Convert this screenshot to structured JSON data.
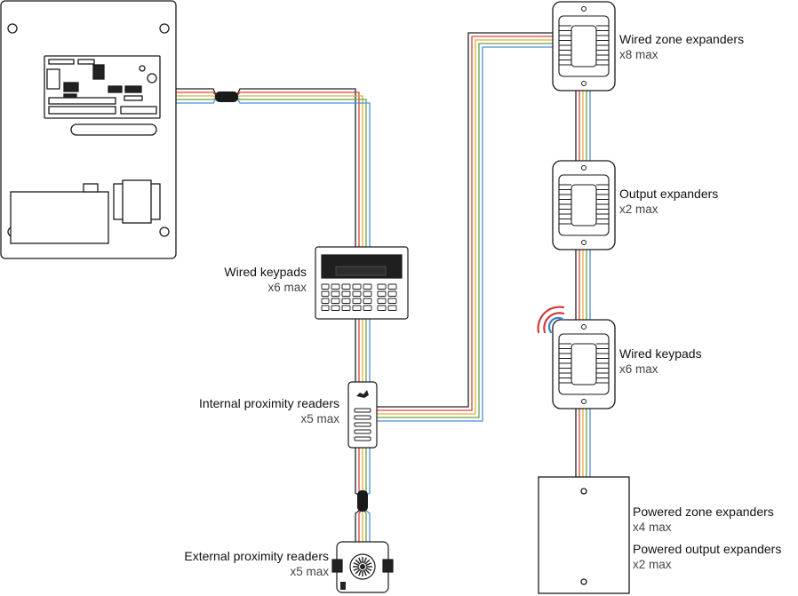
{
  "colors": {
    "outline": "#1a1a1a",
    "wire_black": "#222222",
    "wire_red": "#d9443a",
    "wire_yellow": "#d8b23a",
    "wire_green": "#69a04a",
    "wire_blue": "#4d8fd6",
    "wireless_red": "#d23a3a",
    "wireless_blue": "#3b7fd0"
  },
  "labels": {
    "wired_keypads_left": {
      "title": "Wired keypads",
      "max": "x6 max"
    },
    "internal_prox": {
      "title": "Internal proximity readers",
      "max": "x5 max"
    },
    "external_prox": {
      "title": "External proximity readers",
      "max": "x5 max"
    },
    "wired_zone_exp": {
      "title": "Wired zone expanders",
      "max": "x8 max"
    },
    "output_exp": {
      "title": "Output expanders",
      "max": "x2 max"
    },
    "wired_keypads_right": {
      "title": "Wired keypads",
      "max": "x6 max"
    },
    "powered_zone_exp": {
      "title": "Powered zone expanders",
      "max": "x4 max"
    },
    "powered_output_exp": {
      "title": "Powered output expanders",
      "max": "x2 max"
    }
  }
}
